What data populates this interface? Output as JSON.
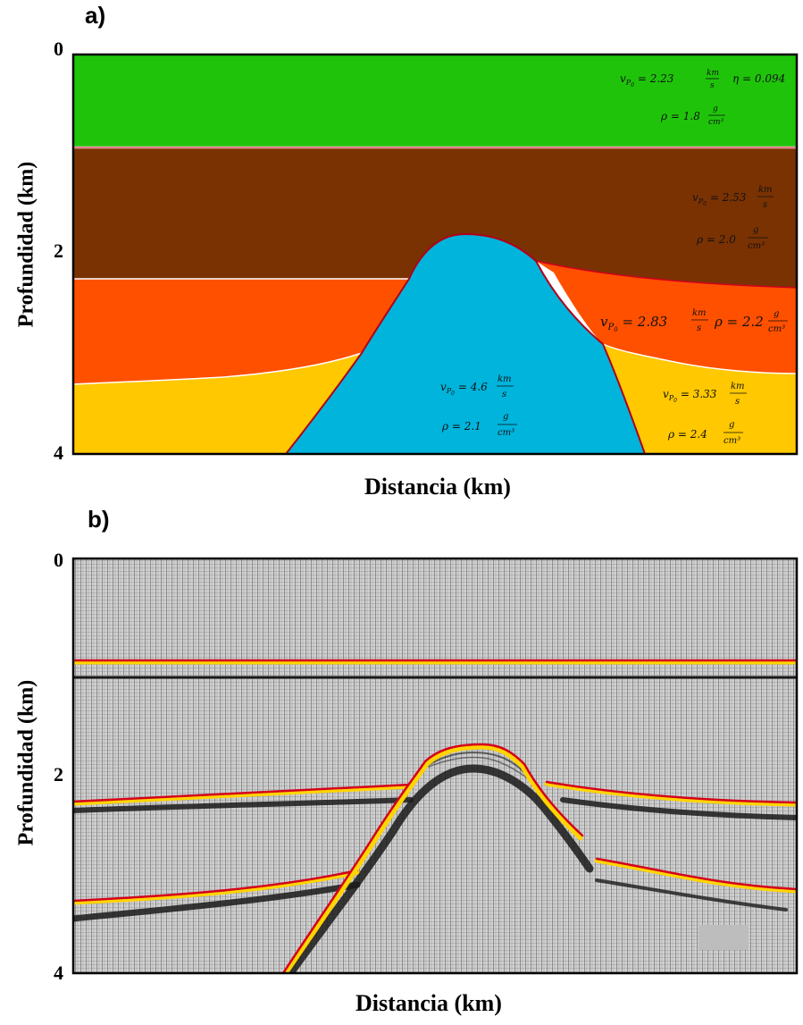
{
  "panel_a": {
    "label": "a)",
    "ylabel": "Profundidad (km)",
    "xlabel": "Distancia (km)",
    "yticks": [
      "0",
      "2",
      "4"
    ],
    "layers": [
      {
        "color": "#1fc40a",
        "vp": "2.23",
        "rho": "1.8",
        "eta": "0.094"
      },
      {
        "color": "#7a3203",
        "vp": "2.53",
        "rho": "2.0"
      },
      {
        "color": "#ff5000",
        "vp": "2.83",
        "rho": "2.2"
      },
      {
        "color": "#ffc800",
        "vp": "3.33",
        "rho": "2.4"
      },
      {
        "color": "#00b4dc",
        "vp": "4.6",
        "rho": "2.1"
      }
    ],
    "symbols": {
      "vp": "v",
      "vp_sub": "P",
      "vp_subsub": "0",
      "rho": "ρ",
      "eta": "η",
      "eq": " = ",
      "km": "km",
      "s": "s",
      "g": "g",
      "cm3": "cm³"
    }
  },
  "panel_b": {
    "label": "b)",
    "ylabel": "Profundidad (km)",
    "xlabel": "Distancia (km)",
    "yticks": [
      "0",
      "2",
      "4"
    ]
  },
  "colors": {
    "interface_red": "#d4001c",
    "interface_yellow": "#ffd400",
    "seismic_bg": "#c8c8c8",
    "reflector": "#1a1a1a"
  }
}
